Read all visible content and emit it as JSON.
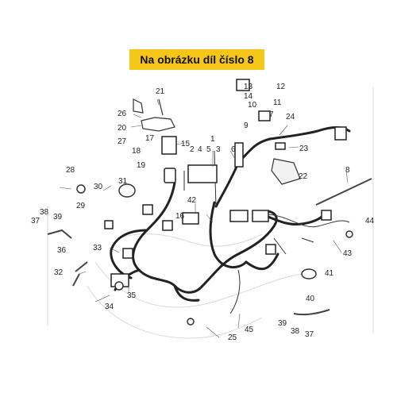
{
  "banner": {
    "text": "Na obrázku díl číslo 8"
  },
  "part_labels": [
    "1",
    "2",
    "3",
    "4",
    "5",
    "6",
    "7",
    "8",
    "9",
    "10",
    "11",
    "12",
    "13",
    "14",
    "15",
    "16",
    "17",
    "18",
    "19",
    "20",
    "21",
    "22",
    "23",
    "24",
    "25",
    "26",
    "27",
    "28",
    "29",
    "30",
    "31",
    "32",
    "33",
    "34",
    "35",
    "36",
    "37",
    "38",
    "39",
    "40",
    "41",
    "42",
    "43",
    "44",
    "45"
  ]
}
